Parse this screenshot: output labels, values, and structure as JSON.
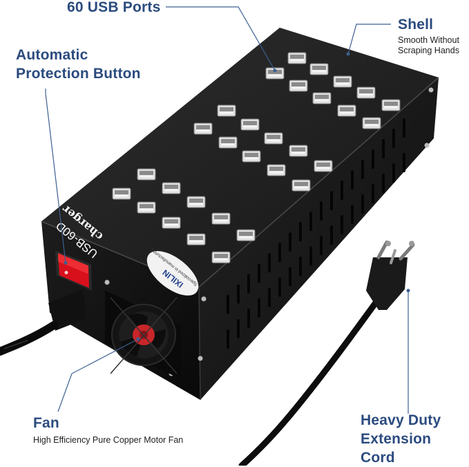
{
  "callouts": {
    "usb_ports": {
      "title": "60 USB Ports"
    },
    "shell": {
      "title": "Shell",
      "sub_line1": "Smooth Without",
      "sub_line2": "Scraping Hands"
    },
    "protection": {
      "title_line1": "Automatic",
      "title_line2": "Protection Button"
    },
    "fan": {
      "title": "Fan",
      "sub": "High Efficiency Pure Copper Motor Fan"
    },
    "cord": {
      "title_line1": "Heavy Duty",
      "title_line2": "Extension Cord"
    }
  },
  "device": {
    "brand_label": "charger",
    "model_label": "USB-60D",
    "badge_brand": "IXILIN",
    "badge_tagline": "Specialized in manufacturing",
    "body_color": "#1c1c1c",
    "switch_color": "#d8101c",
    "fan_hub_color": "#c8262a",
    "port_color": "#d9d9d9"
  },
  "colors": {
    "callout_text": "#2b4b7e",
    "leader_line": "#3d5f92"
  }
}
